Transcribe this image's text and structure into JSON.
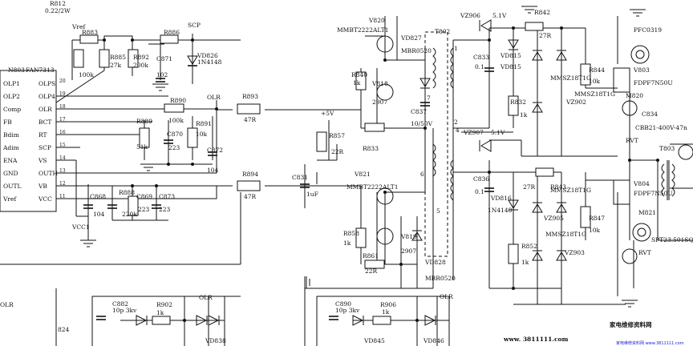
{
  "ic": {
    "ref": "N803",
    "part": "FAN7313",
    "left_pins": [
      "OLP1",
      "OLP2",
      "Comp",
      "FB",
      "Bdim",
      "Adim",
      "ENA",
      "GND",
      "OUTL",
      "Vref"
    ],
    "right_pins": [
      "OLPS",
      "OLP4",
      "OLR",
      "BCT",
      "RT",
      "SCP",
      "VS",
      "OUTH",
      "VB",
      "VCC"
    ],
    "pin_numbers": [
      "20",
      "19",
      "18",
      "17",
      "16",
      "15",
      "14",
      "13",
      "12",
      "11"
    ]
  },
  "labels": [
    {
      "id": "r812",
      "text": "R812"
    },
    {
      "id": "r812v",
      "text": "0.22/2W"
    },
    {
      "id": "vref",
      "text": "Vref"
    },
    {
      "id": "r883",
      "text": "R883"
    },
    {
      "id": "r885",
      "text": "R885"
    },
    {
      "id": "r885v",
      "text": "27k"
    },
    {
      "id": "r884v",
      "text": "100k"
    },
    {
      "id": "r886",
      "text": "R886"
    },
    {
      "id": "scp",
      "text": "SCP"
    },
    {
      "id": "r892",
      "text": "R892"
    },
    {
      "id": "r892v",
      "text": "200k"
    },
    {
      "id": "c871",
      "text": "C871"
    },
    {
      "id": "c871v",
      "text": "102"
    },
    {
      "id": "vd826",
      "text": "VD826"
    },
    {
      "id": "vd826v",
      "text": "1N4148"
    },
    {
      "id": "olr1",
      "text": "OLR"
    },
    {
      "id": "r890",
      "text": "R890"
    },
    {
      "id": "r890v",
      "text": "100k"
    },
    {
      "id": "r889",
      "text": "R889"
    },
    {
      "id": "r889v",
      "text": "51k"
    },
    {
      "id": "c870",
      "text": "C870"
    },
    {
      "id": "c870v",
      "text": "223"
    },
    {
      "id": "r891",
      "text": "R891"
    },
    {
      "id": "r891v",
      "text": "10k"
    },
    {
      "id": "c872",
      "text": "C872"
    },
    {
      "id": "c872v",
      "text": "104"
    },
    {
      "id": "c868",
      "text": "C868"
    },
    {
      "id": "c868v",
      "text": "104"
    },
    {
      "id": "r888",
      "text": "R888"
    },
    {
      "id": "r888v",
      "text": "220k"
    },
    {
      "id": "c869",
      "text": "C869"
    },
    {
      "id": "c869v",
      "text": "223"
    },
    {
      "id": "c873",
      "text": "C873"
    },
    {
      "id": "c873v",
      "text": "223"
    },
    {
      "id": "vcc1",
      "text": "VCC1"
    },
    {
      "id": "r893",
      "text": "R893"
    },
    {
      "id": "r893v",
      "text": "47R"
    },
    {
      "id": "r894",
      "text": "R894"
    },
    {
      "id": "r894v",
      "text": "47R"
    },
    {
      "id": "v820",
      "text": "V820"
    },
    {
      "id": "mmbt1",
      "text": "MMBT2222ALT1"
    },
    {
      "id": "vd827",
      "text": "VD827"
    },
    {
      "id": "mbr1",
      "text": "MBR0520"
    },
    {
      "id": "r840",
      "text": "R840"
    },
    {
      "id": "r840v",
      "text": "1k"
    },
    {
      "id": "v818",
      "text": "V818"
    },
    {
      "id": "v818v",
      "text": "2907"
    },
    {
      "id": "c837",
      "text": "C837"
    },
    {
      "id": "c837v",
      "text": "10/50V"
    },
    {
      "id": "r857",
      "text": "R857"
    },
    {
      "id": "r857v",
      "text": "22R"
    },
    {
      "id": "r833",
      "text": "R833"
    },
    {
      "id": "plus5",
      "text": "+5V"
    },
    {
      "id": "c831",
      "text": "C831"
    },
    {
      "id": "c831v",
      "text": "1uF"
    },
    {
      "id": "v821",
      "text": "V821"
    },
    {
      "id": "mmbt2",
      "text": "MMBT2222ALT1"
    },
    {
      "id": "r858",
      "text": "R858"
    },
    {
      "id": "r858v",
      "text": "1k"
    },
    {
      "id": "v819",
      "text": "V819"
    },
    {
      "id": "v819v",
      "text": "2907"
    },
    {
      "id": "r861",
      "text": "R861"
    },
    {
      "id": "r861v",
      "text": "22R"
    },
    {
      "id": "vd828",
      "text": "VD828"
    },
    {
      "id": "mbr2",
      "text": "MBR0520"
    },
    {
      "id": "t802",
      "text": "T802"
    },
    {
      "id": "n7",
      "text": "7"
    },
    {
      "id": "n6",
      "text": "6"
    },
    {
      "id": "n1",
      "text": "1"
    },
    {
      "id": "n2",
      "text": "2"
    },
    {
      "id": "n4",
      "text": "4"
    },
    {
      "id": "n5",
      "text": "5"
    },
    {
      "id": "vz906",
      "text": "VZ906"
    },
    {
      "id": "v51a",
      "text": "5.1V"
    },
    {
      "id": "r842",
      "text": "R842"
    },
    {
      "id": "r842v",
      "text": "27R"
    },
    {
      "id": "c833",
      "text": "C833"
    },
    {
      "id": "c833v",
      "text": "0.1"
    },
    {
      "id": "vd815",
      "text": "VD815"
    },
    {
      "id": "vd815v",
      "text": "VD815"
    },
    {
      "id": "r832",
      "text": "R832"
    },
    {
      "id": "r832v",
      "text": "1k"
    },
    {
      "id": "mmsz1",
      "text": "MMSZ18T1G"
    },
    {
      "id": "mmsz2",
      "text": "MMSZ18T1G"
    },
    {
      "id": "vz902",
      "text": "VZ902"
    },
    {
      "id": "r844",
      "text": "R844"
    },
    {
      "id": "r844v",
      "text": "10k"
    },
    {
      "id": "vz907",
      "text": "VZ907"
    },
    {
      "id": "v51b",
      "text": "5.1V"
    },
    {
      "id": "c836",
      "text": "C836"
    },
    {
      "id": "c836v",
      "text": "0.1"
    },
    {
      "id": "r843",
      "text": "R843"
    },
    {
      "id": "r843v",
      "text": "27R"
    },
    {
      "id": "vd816",
      "text": "VD816"
    },
    {
      "id": "vd816v",
      "text": "1N4148"
    },
    {
      "id": "r852",
      "text": "R852"
    },
    {
      "id": "r852v",
      "text": "1k"
    },
    {
      "id": "mmsz3",
      "text": "MMSZ18T1G"
    },
    {
      "id": "mmsz4",
      "text": "MMSZ18T1G"
    },
    {
      "id": "vz903",
      "text": "VZ903"
    },
    {
      "id": "vz905",
      "text": "VZ905"
    },
    {
      "id": "r847",
      "text": "R847"
    },
    {
      "id": "r847v",
      "text": "10k"
    },
    {
      "id": "pfc",
      "text": "PFC0319"
    },
    {
      "id": "v803",
      "text": "V803"
    },
    {
      "id": "fdpf1",
      "text": "FDPF7N50U"
    },
    {
      "id": "m820",
      "text": "M820"
    },
    {
      "id": "c834",
      "text": "C834"
    },
    {
      "id": "cbb",
      "text": "CBB21-400V-47n"
    },
    {
      "id": "rvt1",
      "text": "RVT"
    },
    {
      "id": "t803",
      "text": "T803"
    },
    {
      "id": "v804",
      "text": "V804"
    },
    {
      "id": "fdpf2",
      "text": "FDPF7N50U"
    },
    {
      "id": "m821",
      "text": "M821"
    },
    {
      "id": "spt",
      "text": "SPT23.501SQ"
    },
    {
      "id": "rvt2",
      "text": "RVT"
    },
    {
      "id": "olr2",
      "text": "OLR"
    },
    {
      "id": "c882",
      "text": "C882"
    },
    {
      "id": "c882v",
      "text": "10p 3kv"
    },
    {
      "id": "r902",
      "text": "R902"
    },
    {
      "id": "r902v",
      "text": "1k"
    },
    {
      "id": "olr3",
      "text": "OLR"
    },
    {
      "id": "vd838",
      "text": "VD838"
    },
    {
      "id": "s24",
      "text": "824"
    },
    {
      "id": "c890",
      "text": "C890"
    },
    {
      "id": "c890v",
      "text": "10p 3kv"
    },
    {
      "id": "r906",
      "text": "R906"
    },
    {
      "id": "r906v",
      "text": "1k"
    },
    {
      "id": "olr4",
      "text": "OLR"
    },
    {
      "id": "vd845",
      "text": "VD845"
    },
    {
      "id": "vd846",
      "text": "VD846"
    }
  ],
  "watermark": {
    "url": "www. 3811111.com",
    "cn_top": "家电维修资料网",
    "cn_small": "家电维修资料网  www.3811111.com"
  }
}
